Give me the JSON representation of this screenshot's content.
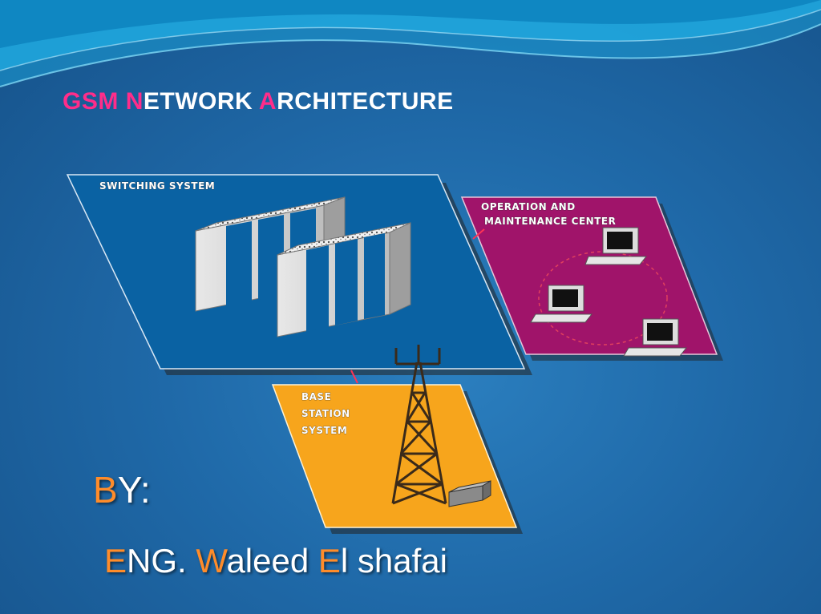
{
  "slide": {
    "title": {
      "first": "G",
      "seg1": "SM ",
      "n": "N",
      "seg2": "ETWORK ",
      "a": "A",
      "seg3": "RCHITECTURE"
    },
    "by": {
      "first": "B",
      "rest": "Y:"
    },
    "author": {
      "e": "E",
      "seg1": "NG. ",
      "w": "W",
      "seg2": "aleed ",
      "el": "E",
      "seg3": "l shafai"
    }
  },
  "diagram": {
    "switching_system": {
      "label": "SWITCHING SYSTEM",
      "color": "#0a62a3"
    },
    "omc": {
      "label_line1": "OPERATION AND",
      "label_line2": "MAINTENANCE CENTER",
      "color": "#a0146a"
    },
    "bss": {
      "label_line1": "BASE",
      "label_line2": "STATION",
      "label_line3": "SYSTEM",
      "color": "#f7a51c"
    }
  },
  "colors": {
    "accent_pink": "#ff2d8a",
    "accent_orange": "#ff8c2a",
    "background": "#1f69a8"
  }
}
